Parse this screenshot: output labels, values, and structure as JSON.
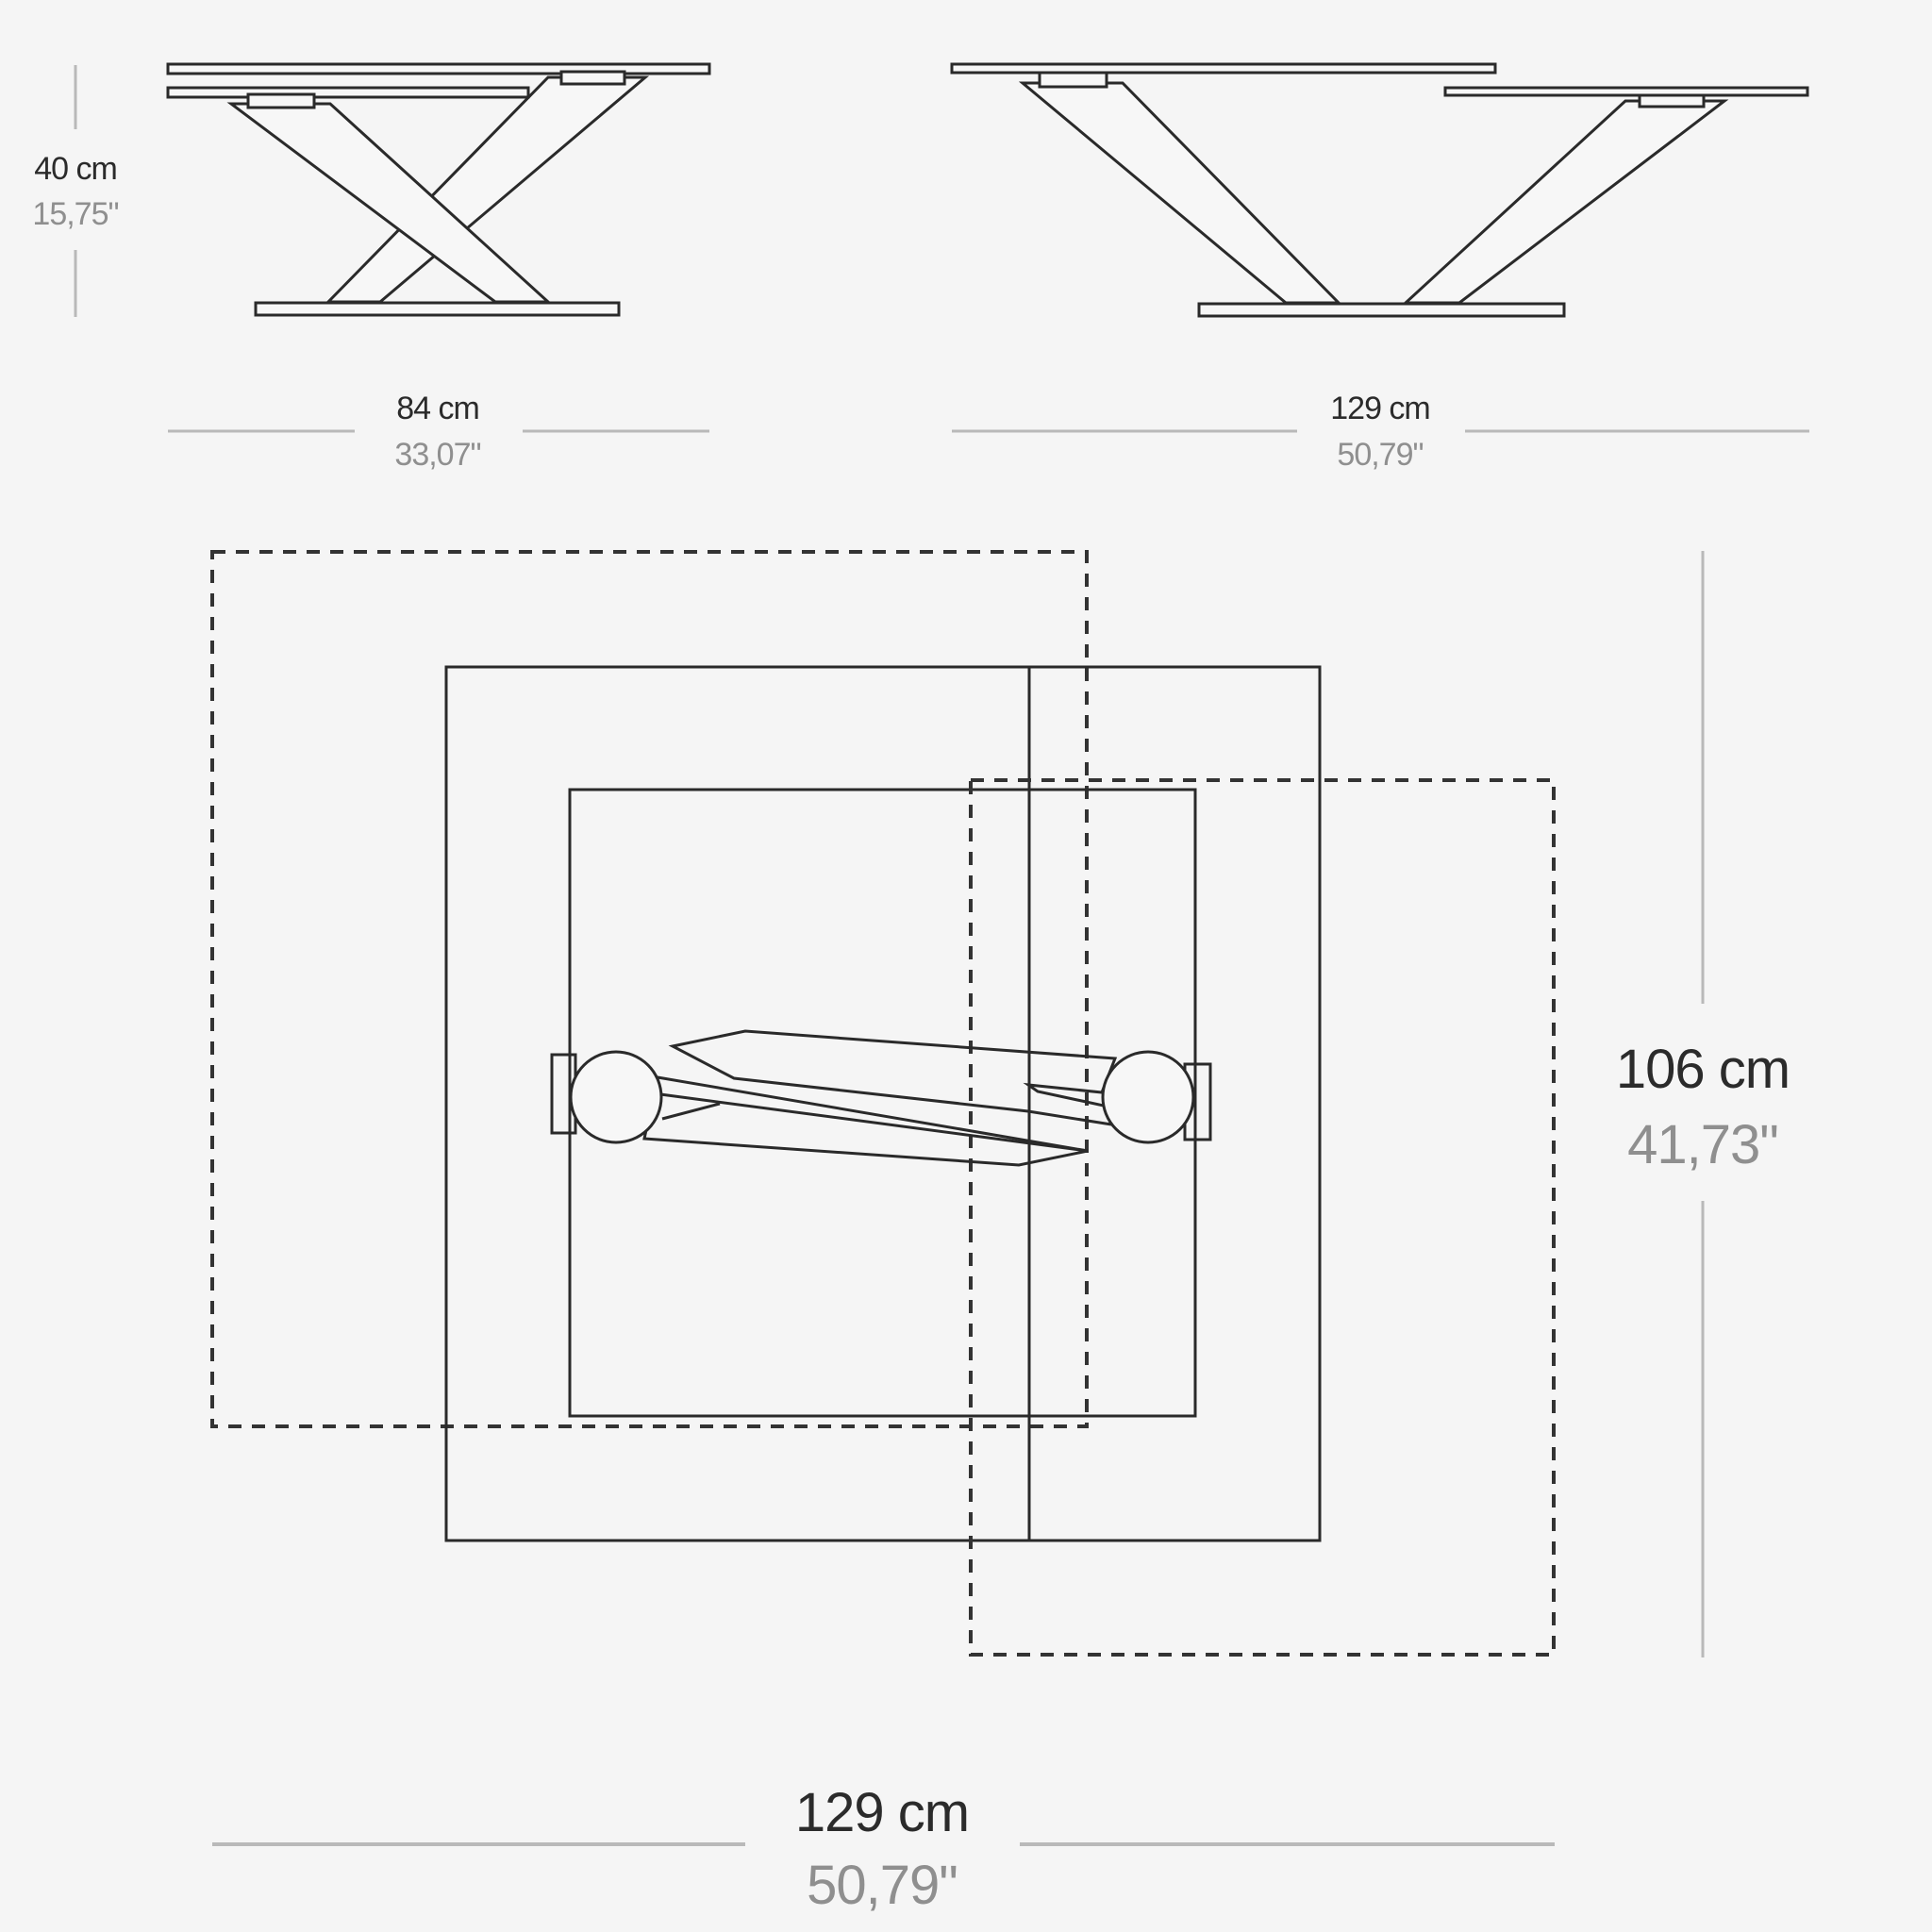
{
  "diagram": {
    "type": "furniture dimension drawing",
    "views": [
      "side-elevation-closed",
      "side-elevation-extended",
      "top-plan"
    ]
  },
  "elevation_closed": {
    "height_label_cm": "40 cm",
    "height_label_in": "15,75\"",
    "width_label_cm": "84 cm",
    "width_label_in": "33,07\""
  },
  "elevation_extended": {
    "width_label_cm": "129 cm",
    "width_label_in": "50,79\""
  },
  "plan": {
    "depth_label_cm": "106 cm",
    "depth_label_in": "41,73\"",
    "width_label_cm": "129 cm",
    "width_label_in": "50,79\""
  },
  "colors": {
    "background": "#f5f5f5",
    "line": "#2a2a2a",
    "dimension_line": "#b9b9b9",
    "text_cm": "#2b2b2b",
    "text_in": "#8f8f8f"
  }
}
